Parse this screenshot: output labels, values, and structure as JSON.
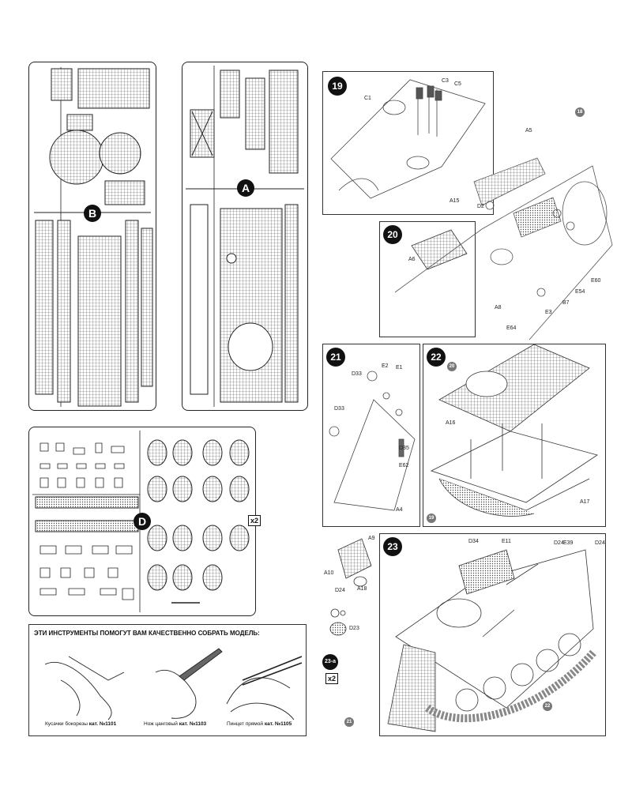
{
  "sprues": {
    "A": {
      "label": "A"
    },
    "B": {
      "label": "B"
    },
    "D": {
      "label": "D",
      "multiplier": "x2"
    }
  },
  "steps": [
    {
      "num": "19",
      "parts": [
        "C1",
        "C3",
        "C5",
        "A5",
        "A15"
      ],
      "ref": "18"
    },
    {
      "num": "20",
      "parts": [
        "A6",
        "D2",
        "A8",
        "E64",
        "E60",
        "E3",
        "E54",
        "B7"
      ]
    },
    {
      "num": "21",
      "parts": [
        "D33",
        "E2",
        "E1",
        "D33",
        "D35",
        "E62",
        "A4"
      ]
    },
    {
      "num": "22",
      "parts": [
        "A16",
        "A17"
      ],
      "refs": [
        "20",
        "19"
      ]
    },
    {
      "num": "23",
      "parts": [
        "D34",
        "E11",
        "D24",
        "E39",
        "D24",
        "A9",
        "A10",
        "A18",
        "D24",
        "D23"
      ],
      "refs": [
        "21",
        "22"
      ],
      "sub": "23-a",
      "sub_multiplier": "x2"
    }
  ],
  "tools": {
    "title": "ЭТИ ИНСТРУМЕНТЫ ПОМОГУТ ВАМ КАЧЕСТВЕННО СОБРАТЬ МОДЕЛЬ:",
    "items": [
      {
        "name": "Кусачки бокорезы",
        "cat": "кат. №1101"
      },
      {
        "name": "Нож цанговый",
        "cat": "кат. №1103"
      },
      {
        "name": "Пинцет прямой",
        "cat": "кат. №1105"
      }
    ]
  }
}
